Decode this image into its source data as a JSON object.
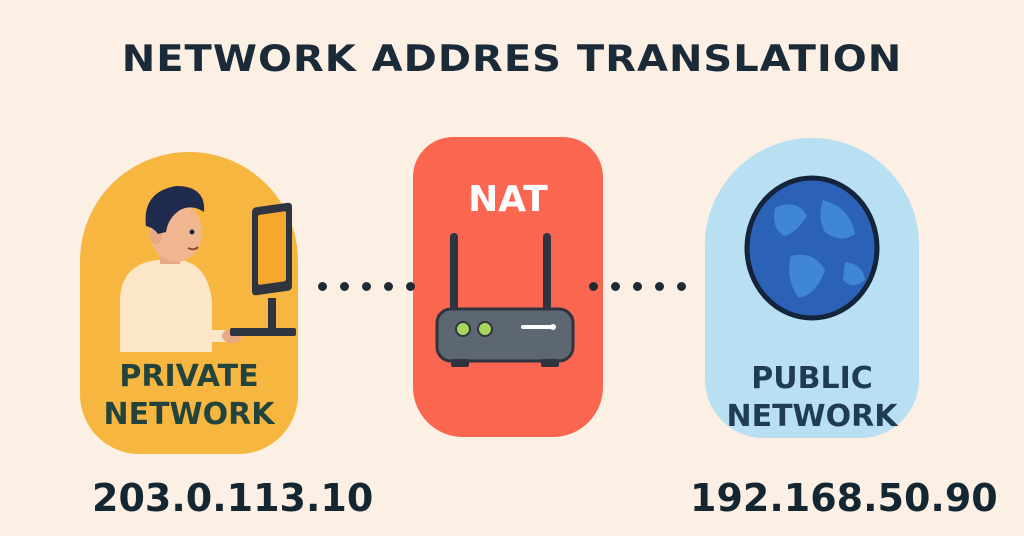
{
  "title": "NETWORK ADDRES TRANSLATION",
  "private_panel": {
    "label_line1": "PRIVATE",
    "label_line2": "NETWORK",
    "ip": "203.0.113.10",
    "color": "#f7b640"
  },
  "nat_panel": {
    "label": "NAT",
    "color": "#fa6650"
  },
  "public_panel": {
    "label_line1": "PUBLIC",
    "label_line2": "NETWORK",
    "ip": "192.168.50.90",
    "color": "#b9dff3"
  },
  "icons": [
    "person-at-computer-icon",
    "router-icon",
    "globe-icon"
  ],
  "connector_dots": 5
}
